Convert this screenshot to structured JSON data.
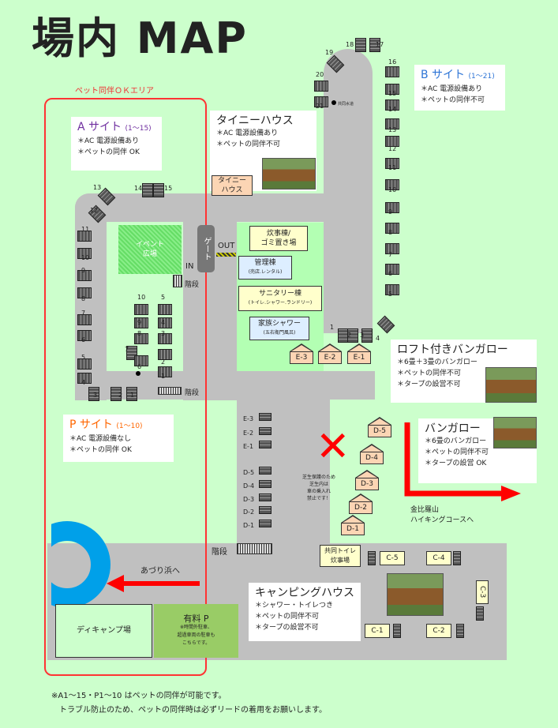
{
  "title": "場内 MAP",
  "pet_area_label": "ペット同伴ＯＫエリア",
  "a_site": {
    "title": "A サイト",
    "range": "(1～15)",
    "lines": [
      "＊AC 電源設備あり",
      "＊ペットの同伴 OK"
    ]
  },
  "b_site": {
    "title": "B サイト",
    "range": "(1～21)",
    "lines": [
      "＊AC 電源設備あり",
      "＊ペットの同伴不可"
    ]
  },
  "p_site": {
    "title": "P サイト",
    "range": "(1～10)",
    "lines": [
      "＊AC 電源設備なし",
      "＊ペットの同伴 OK"
    ]
  },
  "tiny_house": {
    "title": "タイニーハウス",
    "lines": [
      "＊AC 電源設備あり",
      "＊ペットの同伴不可"
    ],
    "sign": "タイニー\nハウス"
  },
  "loft_bungalow": {
    "title": "ロフト付きバンガロー",
    "lines": [
      "＊6畳＋3畳のバンガロー",
      "＊ペットの同伴不可",
      "＊タープの設営不可"
    ]
  },
  "bungalow": {
    "title": "バンガロー",
    "lines": [
      "＊6畳のバンガロー",
      "＊ペットの同伴不可",
      "＊タープの設営 OK"
    ]
  },
  "camping_house": {
    "title": "キャンピングハウス",
    "lines": [
      "＊シャワー・トイレつき",
      "＊ペットの同伴不可",
      "＊タープの設営不可"
    ]
  },
  "facilities": {
    "event": "イベント\n広場",
    "gate": "ゲート",
    "in": "IN",
    "out": "OUT",
    "kitchen": "炊事棟/\nゴミ置き場",
    "office": "管理棟",
    "office_sub": "(売店.レンタル)",
    "sanitary": "サニタリー棟",
    "sanitary_sub": "(トイレ.シャワー.ランドリー)",
    "family_shower": "家族シャワー",
    "family_shower_sub": "(五右衛門風呂)",
    "shared_toilet": "共同トイレ\n炊事場",
    "water": "共同水道",
    "stairs": "階段"
  },
  "lawn_note": "芝生保護のため\n芝生内は\n車の乗入れ\n禁止です！",
  "hiking": "金比羅山\nハイキングコースへ",
  "beach": "あづり浜へ",
  "day_camp": "ディキャンプ場",
  "paid_parking": {
    "title": "有料 P",
    "note": "※時間外駐車、\n超過車両の駐車も\nこちらです。"
  },
  "sites": {
    "a": [
      "13",
      "12",
      "14",
      "15",
      "11",
      "10",
      "9",
      "8",
      "7",
      "6",
      "5",
      "4",
      "3",
      "2",
      "1"
    ],
    "p": [
      "10",
      "9",
      "8",
      "7",
      "6",
      "5",
      "4",
      "3",
      "2",
      "1"
    ],
    "b": [
      "19",
      "18",
      "17",
      "20",
      "21",
      "16",
      "15",
      "14",
      "13",
      "12",
      "11",
      "10",
      "9",
      "8",
      "7",
      "6",
      "5",
      "4",
      "1",
      "2",
      "3"
    ],
    "e_houses": [
      "E-3",
      "E-2",
      "E-1"
    ],
    "d_houses": [
      "D-5",
      "D-4",
      "D-3",
      "D-2",
      "D-1"
    ],
    "ed_list": [
      "E-3",
      "E-2",
      "E-1",
      "D-5",
      "D-4",
      "D-3",
      "D-2",
      "D-1"
    ],
    "c": [
      "C-5",
      "C-4",
      "C-3",
      "C-1",
      "C-2"
    ]
  },
  "footer": [
    "※A1～15・P1～10 はペットの同伴が可能です。",
    "トラブル防止のため、ペットの同伴時は必ずリードの着用をお願いします。"
  ],
  "colors": {
    "background": "#ccffcc",
    "road": "#c0c0c0",
    "pet_border": "#ff3333",
    "arrow": "#ff0000",
    "beach_ring": "#00a0e9",
    "parking": "#99cc66"
  }
}
